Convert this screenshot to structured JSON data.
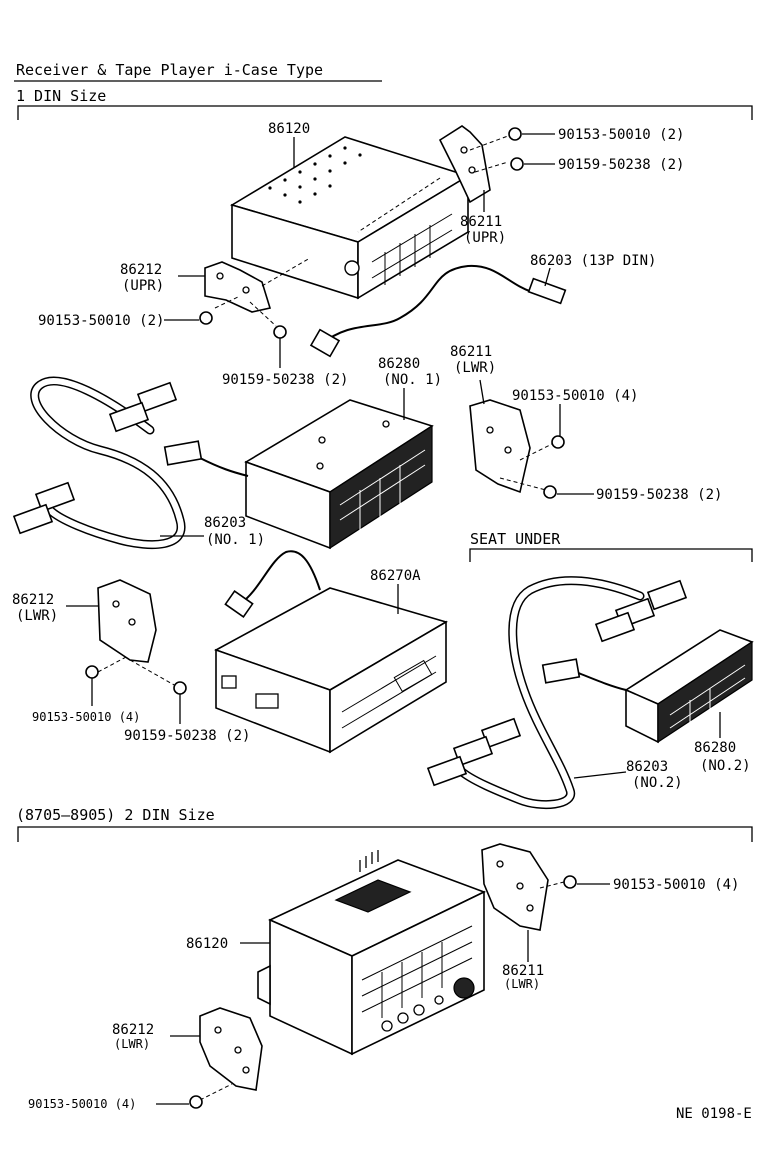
{
  "header": {
    "title": "Receiver & Tape Player i-Case Type",
    "section1": "1 DIN Size",
    "section2": "SEAT UNDER",
    "section3": "(8705–8905) 2 DIN Size"
  },
  "labels": {
    "l86120a": "86120",
    "l50010a": "90153-50010 (2)",
    "l50238a": "90159-50238 (2)",
    "l86211upr": "86211",
    "l86211upr2": "(UPR)",
    "l86212upr": "86212",
    "l86212upr2": "(UPR)",
    "l86203din": "86203 (13P DIN)",
    "l50010b": "90153-50010 (2)",
    "l50238b": "90159-50238 (2)",
    "l86280no1": "86280",
    "l86280no1b": "(NO. 1)",
    "l86211lwr": "86211",
    "l86211lwr2": "(LWR)",
    "l50010c": "90153-50010 (4)",
    "l50238c": "90159-50238 (2)",
    "l86203no1": "86203",
    "l86203no1b": "(NO. 1)",
    "l86270a": "86270A",
    "l86212lwr": "86212",
    "l86212lwr2": "(LWR)",
    "l50010d": "90153-50010 (4)",
    "l50238d": "90159-50238 (2)",
    "l86280no2": "86280",
    "l86280no2b": "(NO.2)",
    "l86203no2": "86203",
    "l86203no2b": "(NO.2)",
    "l50010e": "90153-50010 (4)",
    "l86211lwr3": "86211",
    "l86211lwr4": "(LWR)",
    "l86120b": "86120",
    "l86212lwr3": "86212",
    "l86212lwr4": "(LWR)",
    "l50010f": "90153-50010 (4)",
    "code": "NE 0198-E"
  }
}
